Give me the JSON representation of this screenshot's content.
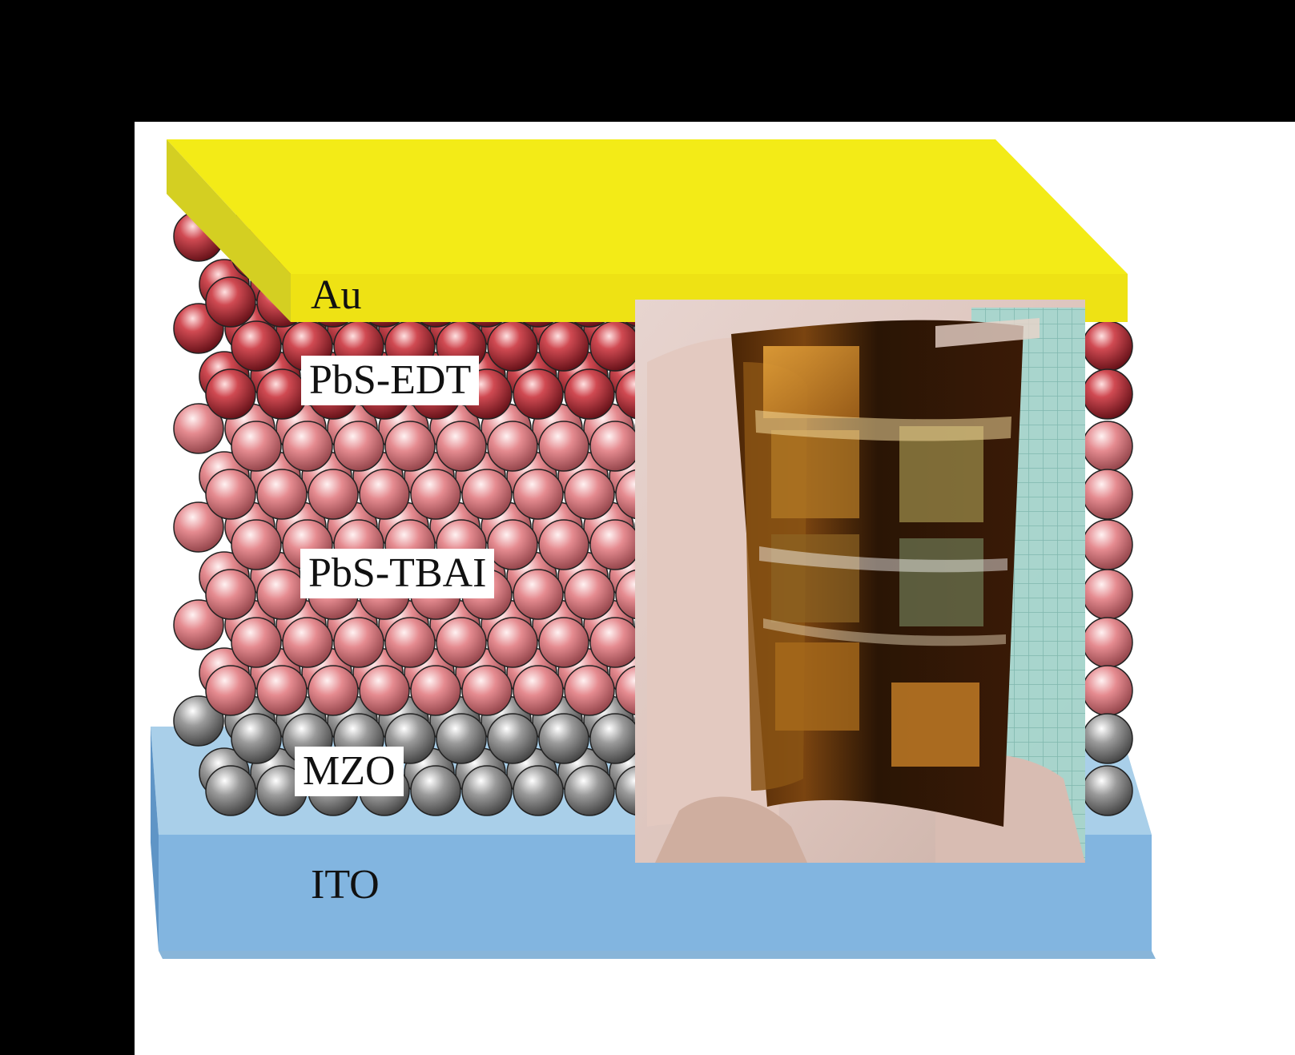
{
  "layers": [
    {
      "key": "au",
      "label": "Au"
    },
    {
      "key": "edt",
      "label": "PbS-EDT"
    },
    {
      "key": "tbai",
      "label": "PbS-TBAI"
    },
    {
      "key": "mzo",
      "label": "MZO"
    },
    {
      "key": "ito",
      "label": "ITO"
    }
  ],
  "colors": {
    "background": "#000000",
    "panel": "#ffffff",
    "au_top": "#f3eb17",
    "au_side": "#d4cf22",
    "ito_top": "#a9cfe9",
    "ito_front": "#82b5e0",
    "ito_side": "#5f95c6",
    "edt_sphere": "#c0303a",
    "tbai_sphere": "#e1858a",
    "mzo_sphere": "#8e8e8e"
  },
  "inset_photo": {
    "description_icon": "flexible-device-photo"
  }
}
